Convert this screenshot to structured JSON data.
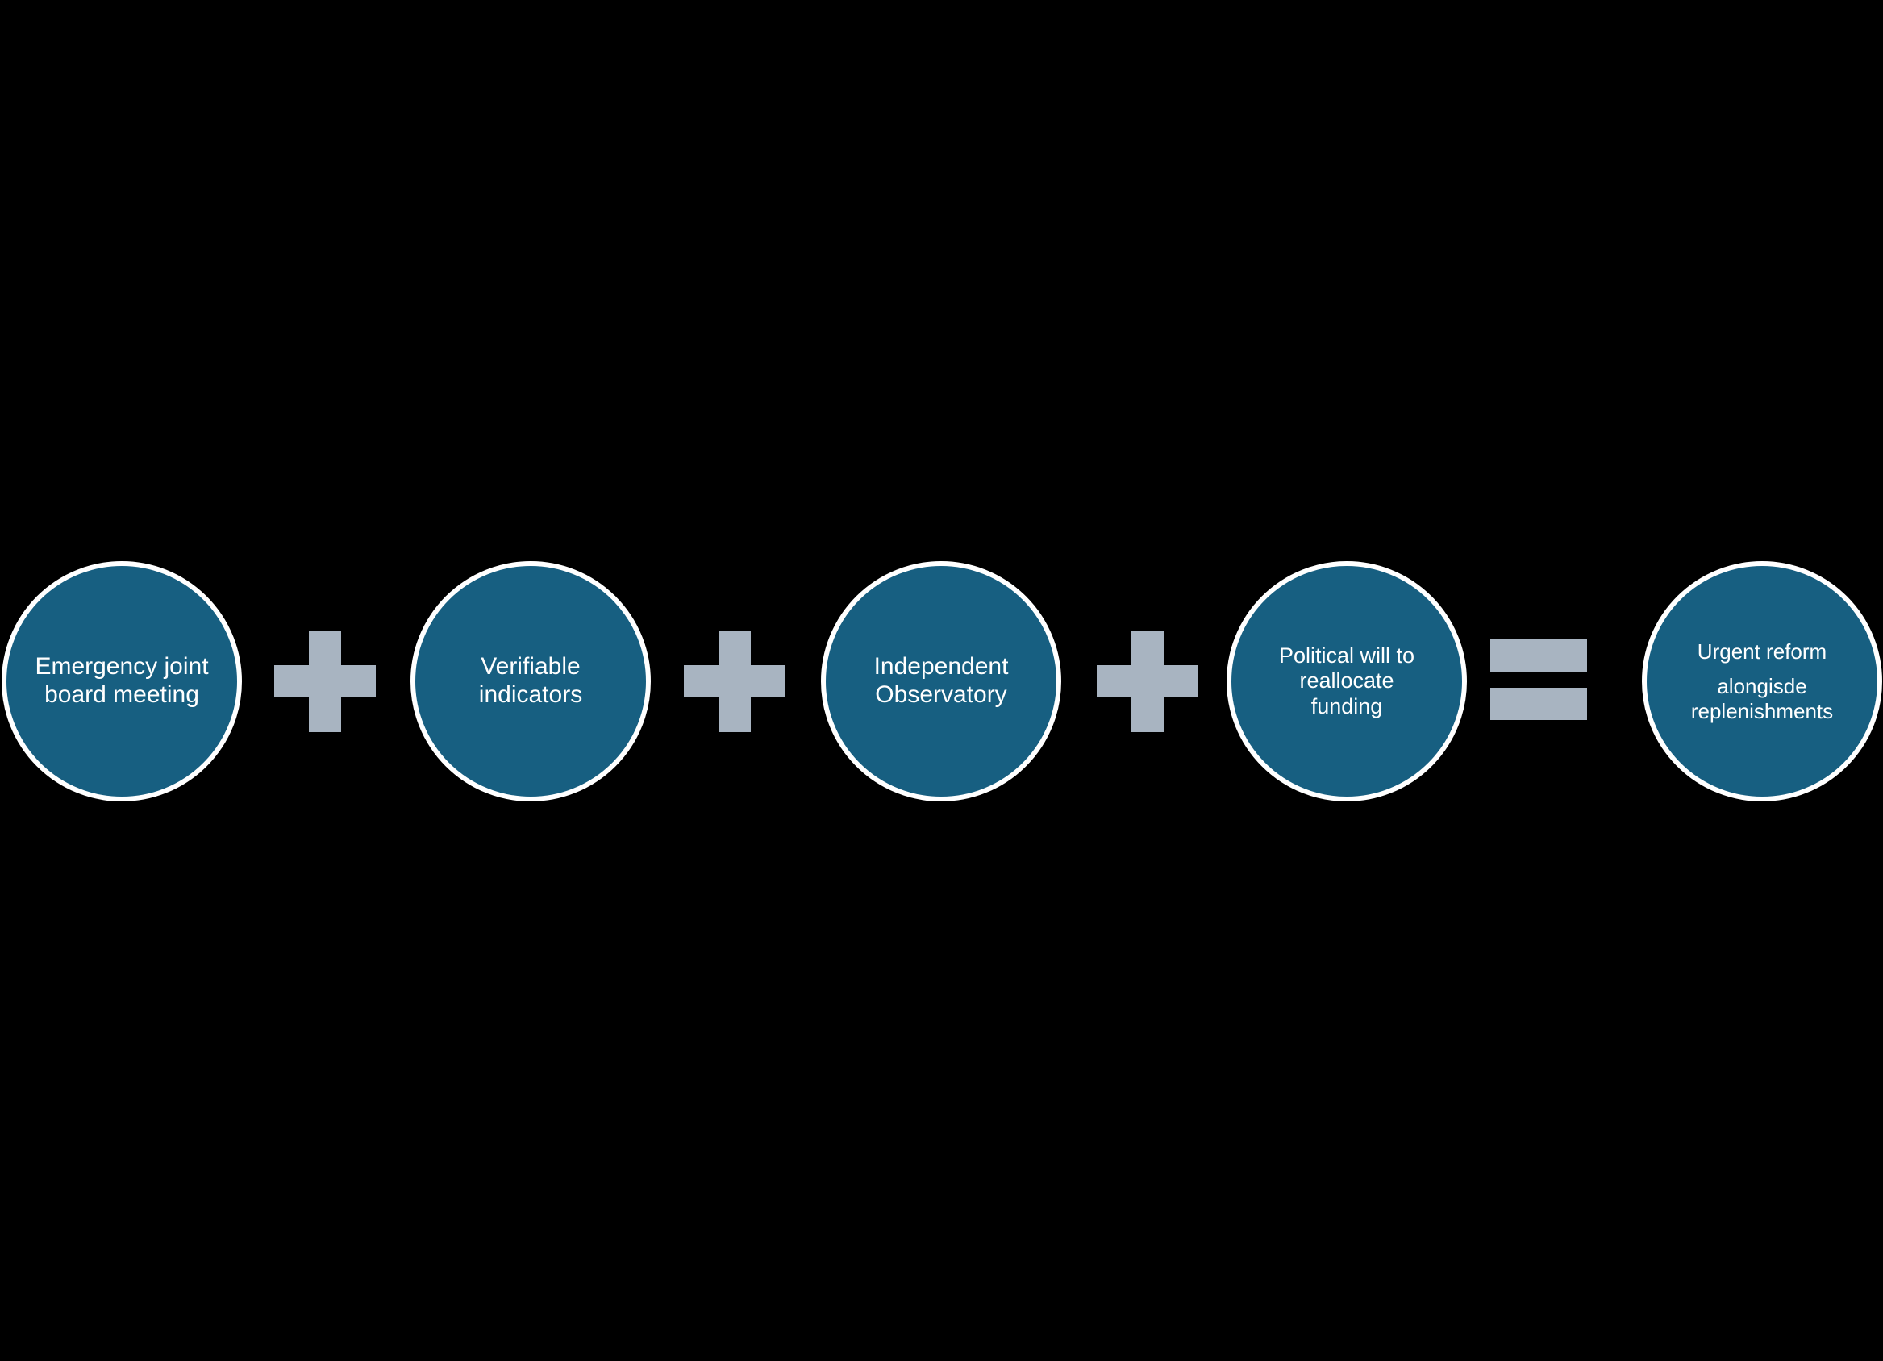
{
  "canvas": {
    "background_color": "#000000"
  },
  "diagram": {
    "kind": "sum-equation-flow",
    "node_fill_color": "#175F81",
    "node_border_color": "#FFFFFF",
    "operator_color": "#A8B4C1",
    "label_color": "#FFFFFF",
    "nodes": [
      {
        "label": [
          "Emergency joint",
          "board meeting"
        ]
      },
      {
        "label": [
          "Verifiable",
          "indicators"
        ]
      },
      {
        "label": [
          "Independent",
          "Observatory"
        ]
      },
      {
        "label": [
          "Political will to",
          "reallocate",
          "funding"
        ]
      },
      {
        "label": [
          "Urgent reform"
        ],
        "label2": [
          "alongisde",
          "replenishments"
        ]
      }
    ],
    "operators": [
      {
        "symbol": "+",
        "name": "plus"
      },
      {
        "symbol": "+",
        "name": "plus"
      },
      {
        "symbol": "+",
        "name": "plus"
      },
      {
        "symbol": "=",
        "name": "equals"
      }
    ]
  }
}
